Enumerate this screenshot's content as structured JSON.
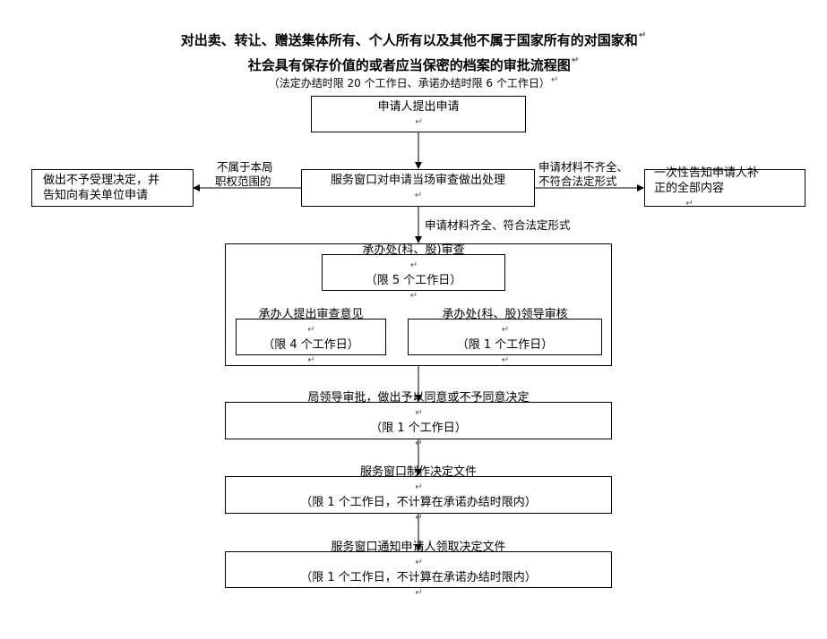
{
  "title": {
    "line1": "对出卖、转让、赠送集体所有、个人所有以及其他不属于国家所有的对国家和",
    "line2": "社会具有保存价值的或者应当保密的档案的审批流程图",
    "subtitle": "（法定办结时限 20 个工作日、承诺办结时限 6 个工作日）"
  },
  "nodes": {
    "apply": "申请人提出申请",
    "window_review": "服务窗口对申请当场审查做出处理",
    "reject": {
      "line1": "做出不予受理决定，并",
      "line2": "告知向有关单位申请"
    },
    "inform": {
      "line1": "一次性告知申请人补",
      "line2": "正的全部内容"
    },
    "dept_review": {
      "line1": "承办处(科、股)审查",
      "line2": "（限 5 个工作日）"
    },
    "handler_opinion": {
      "line1": "承办人提出审查意见",
      "line2": "（限 4 个工作日）"
    },
    "dept_leader": {
      "line1": "承办处(科、股)领导审核",
      "line2": "（限 1 个工作日）"
    },
    "bureau_approval": {
      "line1": "局领导审批，做出予以同意或不予同意决定",
      "line2": "（限 1 个工作日）"
    },
    "make_document": {
      "line1": "服务窗口制作决定文件",
      "line2": "（限 1 个工作日，不计算在承诺办结时限内）"
    },
    "notify": {
      "line1": "服务窗口通知申请人领取决定文件",
      "line2": "（限 1 个工作日，不计算在承诺办结时限内）"
    }
  },
  "edge_labels": {
    "out_of_scope": {
      "line1": "不属于本局",
      "line2": "职权范围的"
    },
    "incomplete": {
      "line1": "申请材料不齐全、",
      "line2": "不符合法定形式"
    },
    "complete": "申请材料齐全、符合法定形式"
  },
  "paragraph_mark": "↵"
}
